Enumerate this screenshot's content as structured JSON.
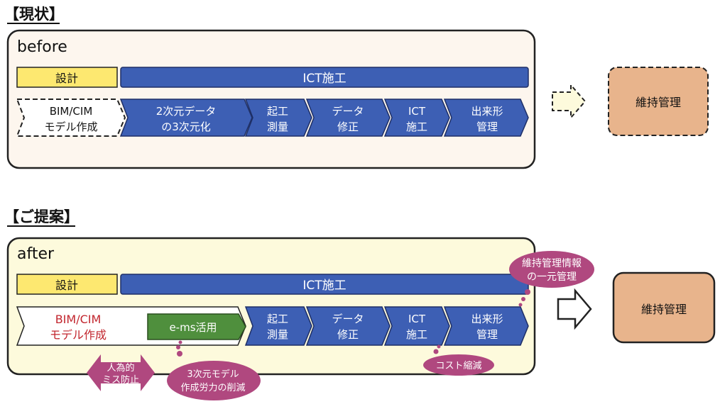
{
  "before_section": {
    "heading": "【現状】",
    "panel_label": "before",
    "design_label": "設計",
    "construction_label": "ICT施工",
    "steps": [
      {
        "line1": "BIM/CIM",
        "line2": "モデル作成"
      },
      {
        "line1": "2次元データ",
        "line2": "の3次元化"
      },
      {
        "line1": "起工",
        "line2": "測量"
      },
      {
        "line1": "データ",
        "line2": "修正"
      },
      {
        "line1": "ICT",
        "line2": "施工"
      },
      {
        "line1": "出来形",
        "line2": "管理"
      }
    ],
    "maintenance": "維持管理"
  },
  "after_section": {
    "heading": "【ご提案】",
    "panel_label": "after",
    "design_label": "設計",
    "construction_label": "ICT施工",
    "bim_line1": "BIM/CIM",
    "bim_line2": "モデル作成",
    "ems_label": "e-ms活用",
    "steps": [
      {
        "line1": "起工",
        "line2": "測量"
      },
      {
        "line1": "データ",
        "line2": "修正"
      },
      {
        "line1": "ICT",
        "line2": "施工"
      },
      {
        "line1": "出来形",
        "line2": "管理"
      }
    ],
    "maintenance": "維持管理",
    "callouts": {
      "info_line1": "維持管理情報",
      "info_line2": "の一元管理",
      "cost": "コスト縮減",
      "reduction_line1": "3次元モデル",
      "reduction_line2": "作成労力の削減",
      "error_line1": "人為的",
      "error_line2": "ミス防止"
    }
  },
  "colors": {
    "design_yellow": "#fde870",
    "ict_blue": "#3d5fb4",
    "step_blue": "#3d5fb4",
    "ems_green": "#4f8f3d",
    "maintenance_orange": "#e8b48c",
    "callout_magenta": "#b0487f",
    "panel_before": "#fdf6ee",
    "panel_after": "#fdfadc",
    "bim_text_red": "#c2262e"
  }
}
